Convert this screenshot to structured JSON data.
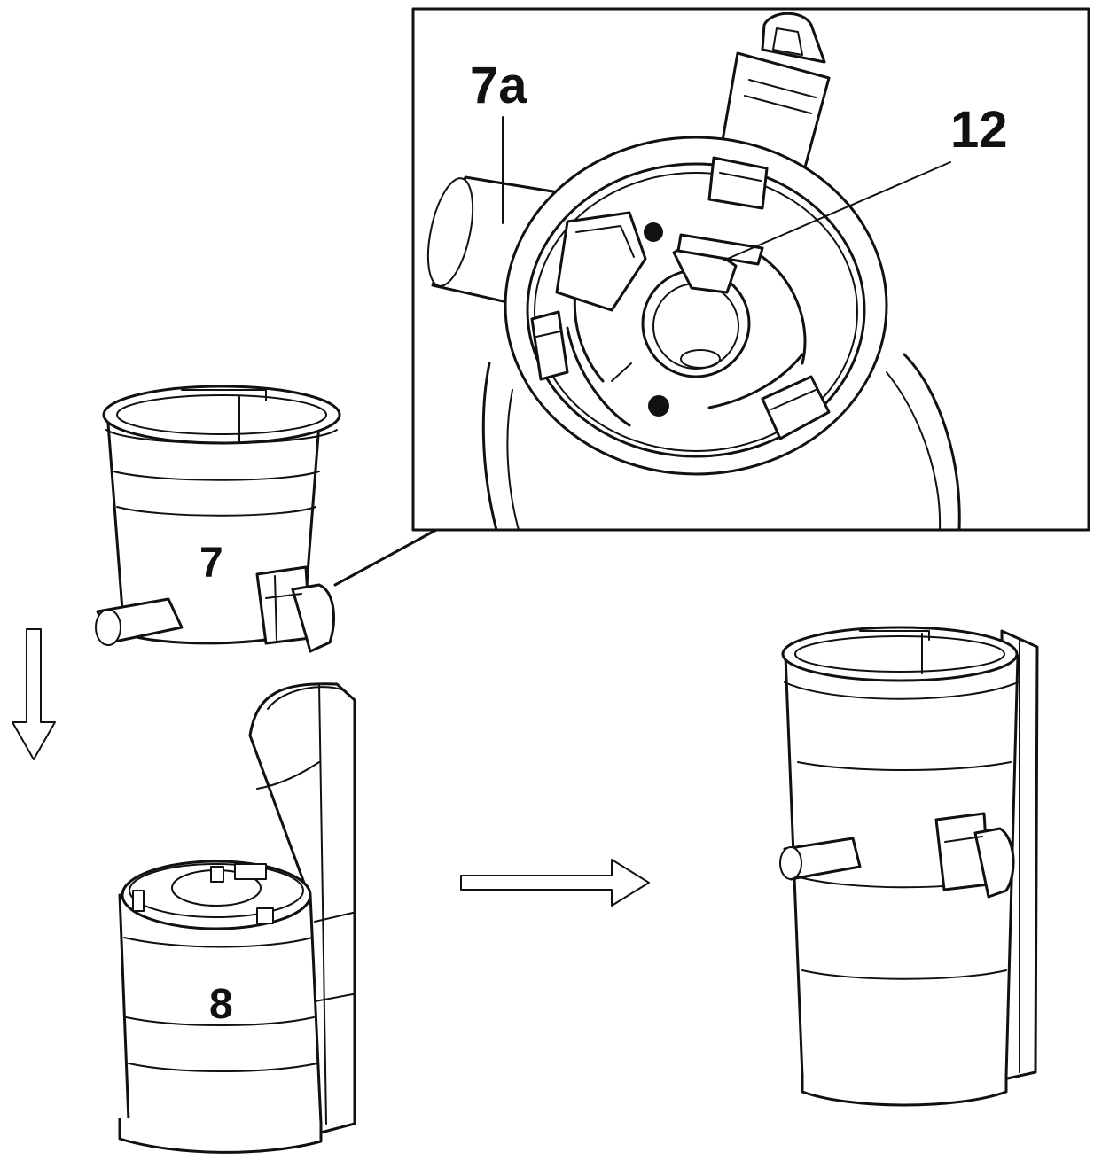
{
  "labels": {
    "part_7a": "7a",
    "part_12": "12",
    "part_7": "7",
    "part_8": "8"
  }
}
